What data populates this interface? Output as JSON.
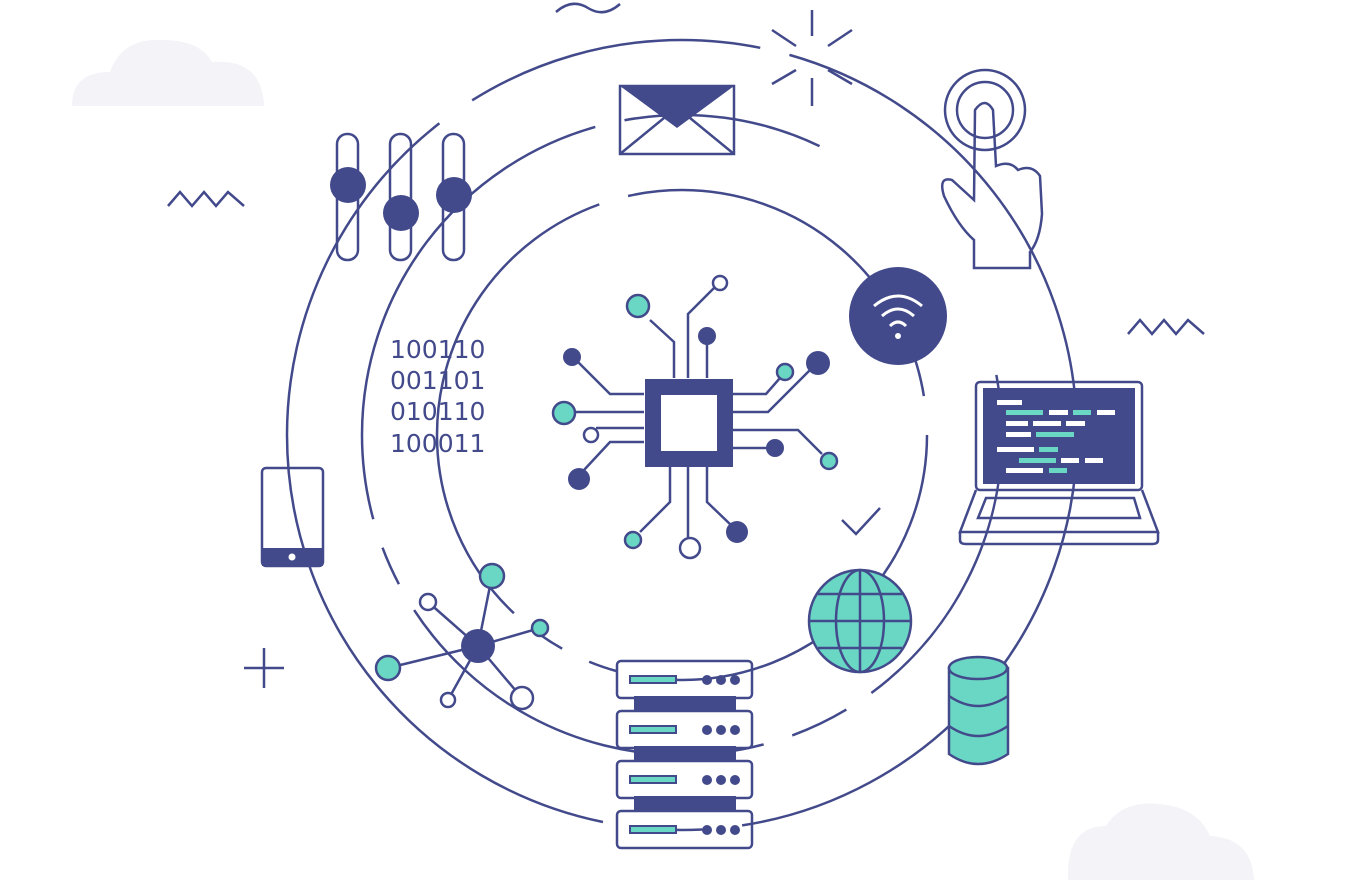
{
  "colors": {
    "navy": "#434a8b",
    "teal": "#6ad6c4",
    "cloud": "#f3f3f8",
    "white": "#ffffff"
  },
  "binary": {
    "lines": [
      "100110",
      "001101",
      "010110",
      "100011"
    ]
  },
  "icons": [
    "cloud-icon",
    "sliders-icon",
    "envelope-icon",
    "sparkle-icon",
    "touch-hand-icon",
    "wifi-icon",
    "laptop-icon",
    "cpu-chip-icon",
    "phone-icon",
    "network-nodes-icon",
    "server-rack-icon",
    "globe-icon",
    "database-icon",
    "checkmark-icon",
    "plus-icon",
    "zigzag-icon",
    "wave-icon"
  ]
}
